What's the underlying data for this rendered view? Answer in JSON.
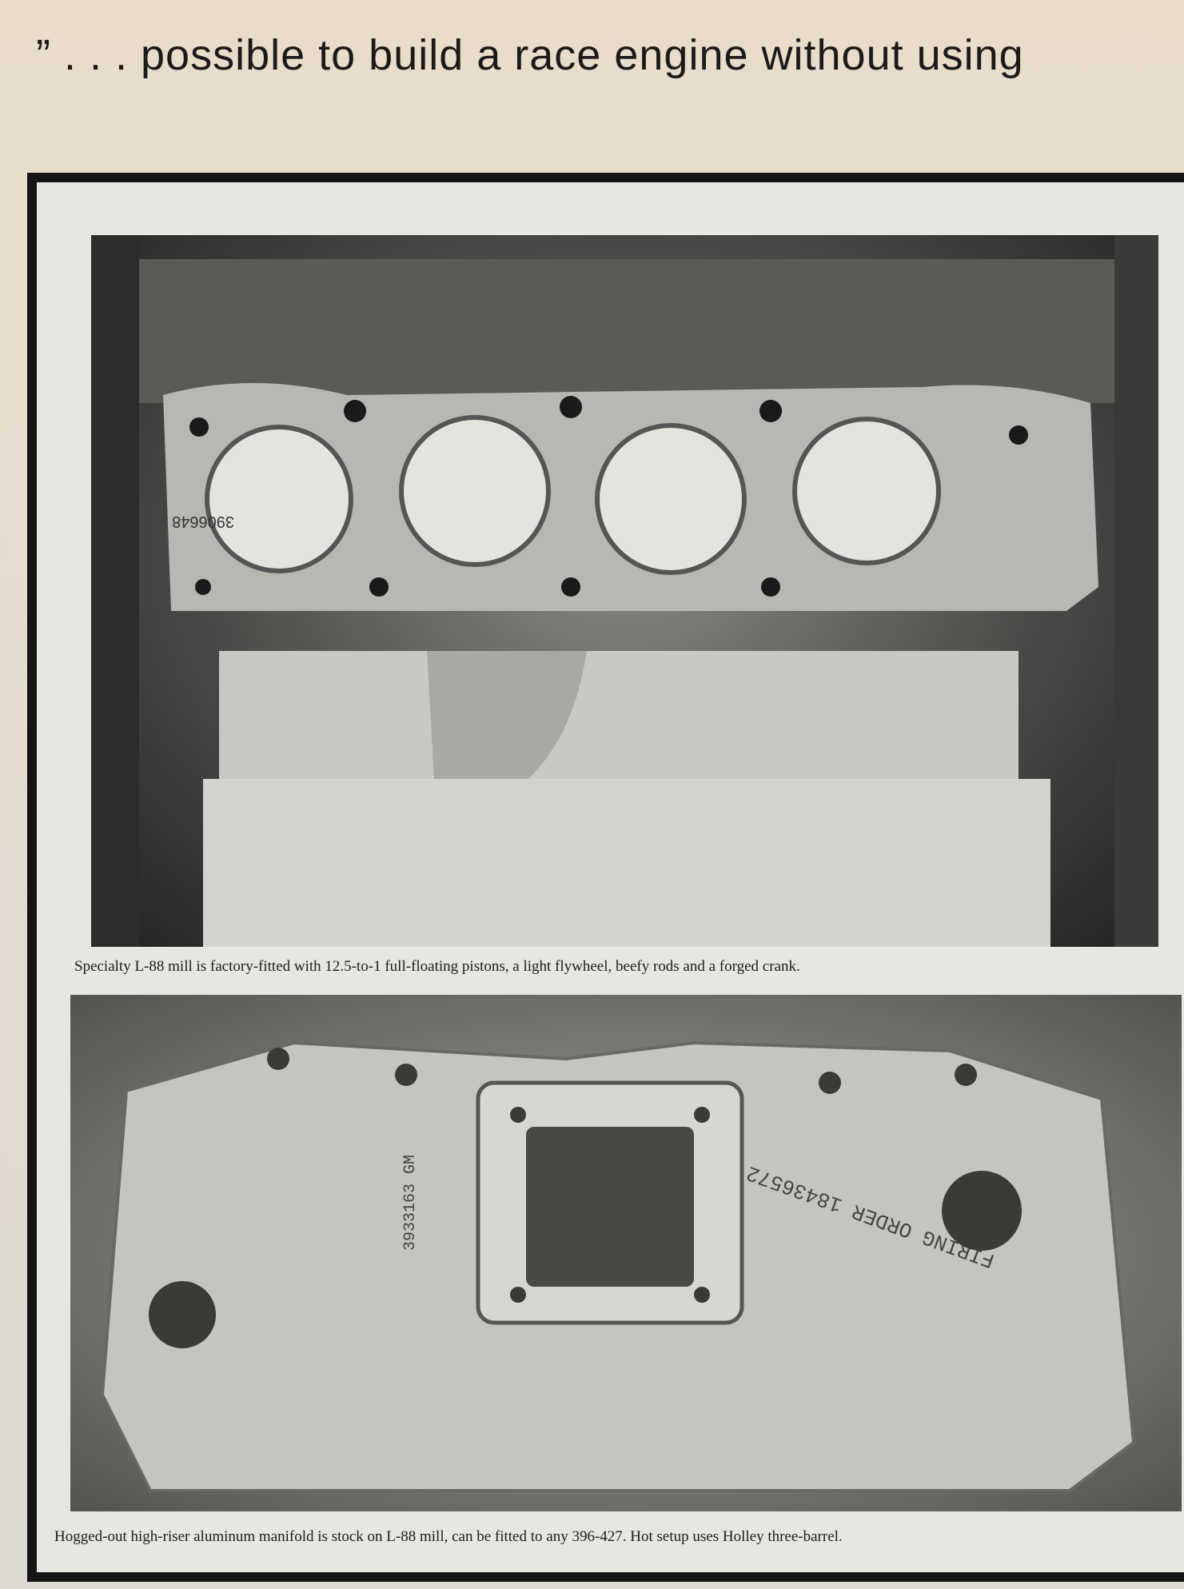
{
  "headline": "” . . . possible to build a race engine without using",
  "photos": [
    {
      "caption": "Specialty L-88 mill is factory-fitted with 12.5-to-1 full-floating pistons, a light flywheel, beefy rods and a forged crank.",
      "piston_stamp": "3906648"
    },
    {
      "caption": "Hogged-out high-riser aluminum manifold is stock on L-88 mill, can be fitted to any 396-427. Hot setup uses Holley three-barrel.",
      "casting_text": "FIRING ORDER 18436572",
      "part_number": "3933163 GM"
    }
  ]
}
